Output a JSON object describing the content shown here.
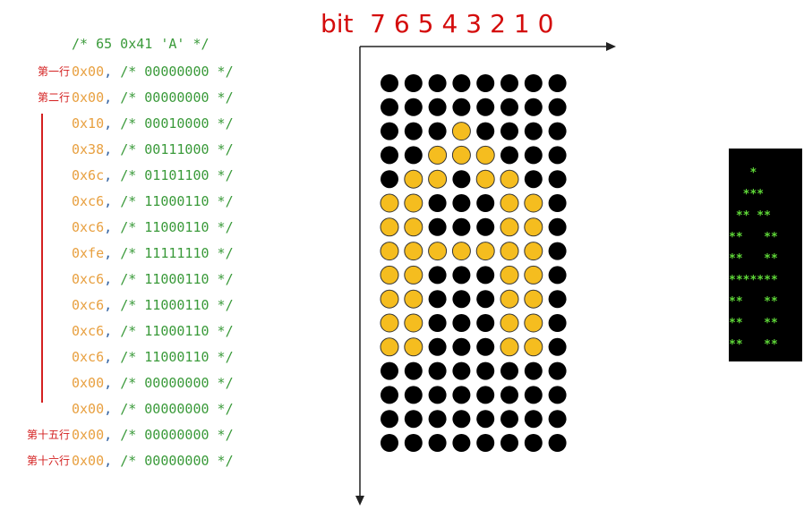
{
  "code": {
    "header": "/* 65 0x41 'A' */",
    "rows": [
      {
        "label": "第一行",
        "hex": "0x00",
        "sep": ",",
        "bin": "/* 00000000 */"
      },
      {
        "label": "第二行",
        "hex": "0x00",
        "sep": ",",
        "bin": "/* 00000000 */"
      },
      {
        "label": "",
        "hex": "0x10",
        "sep": ",",
        "bin": "/* 00010000 */"
      },
      {
        "label": "",
        "hex": "0x38",
        "sep": ",",
        "bin": "/* 00111000 */"
      },
      {
        "label": "",
        "hex": "0x6c",
        "sep": ",",
        "bin": "/* 01101100 */"
      },
      {
        "label": "",
        "hex": "0xc6",
        "sep": ",",
        "bin": "/* 11000110 */"
      },
      {
        "label": "",
        "hex": "0xc6",
        "sep": ",",
        "bin": "/* 11000110 */"
      },
      {
        "label": "",
        "hex": "0xfe",
        "sep": ",",
        "bin": "/* 11111110 */"
      },
      {
        "label": "",
        "hex": "0xc6",
        "sep": ",",
        "bin": "/* 11000110 */"
      },
      {
        "label": "",
        "hex": "0xc6",
        "sep": ",",
        "bin": "/* 11000110 */"
      },
      {
        "label": "",
        "hex": "0xc6",
        "sep": ",",
        "bin": "/* 11000110 */"
      },
      {
        "label": "",
        "hex": "0xc6",
        "sep": ",",
        "bin": "/* 11000110 */"
      },
      {
        "label": "",
        "hex": "0x00",
        "sep": ",",
        "bin": "/* 00000000 */"
      },
      {
        "label": "",
        "hex": "0x00",
        "sep": ",",
        "bin": "/* 00000000 */"
      },
      {
        "label": "第十五行",
        "hex": "0x00",
        "sep": ",",
        "bin": "/* 00000000 */"
      },
      {
        "label": "第十六行",
        "hex": "0x00",
        "sep": ",",
        "bin": "/* 00000000 */"
      }
    ]
  },
  "bit_header": {
    "word": "bit",
    "numbers": [
      "7",
      "6",
      "5",
      "4",
      "3",
      "2",
      "1",
      "0"
    ]
  },
  "dot_matrix": {
    "on_color": "#f5bd1f",
    "off_color": "#000000",
    "rows": [
      "00000000",
      "00000000",
      "00010000",
      "00111000",
      "01101100",
      "11000110",
      "11000110",
      "11111110",
      "11000110",
      "11000110",
      "11000110",
      "11000110",
      "00000000",
      "00000000",
      "00000000",
      "00000000"
    ]
  },
  "terminal": {
    "lines": [
      "   *   ",
      "  ***  ",
      " ** ** ",
      "**   **",
      "**   **",
      "*******",
      "**   **",
      "**   **",
      "**   **"
    ]
  }
}
